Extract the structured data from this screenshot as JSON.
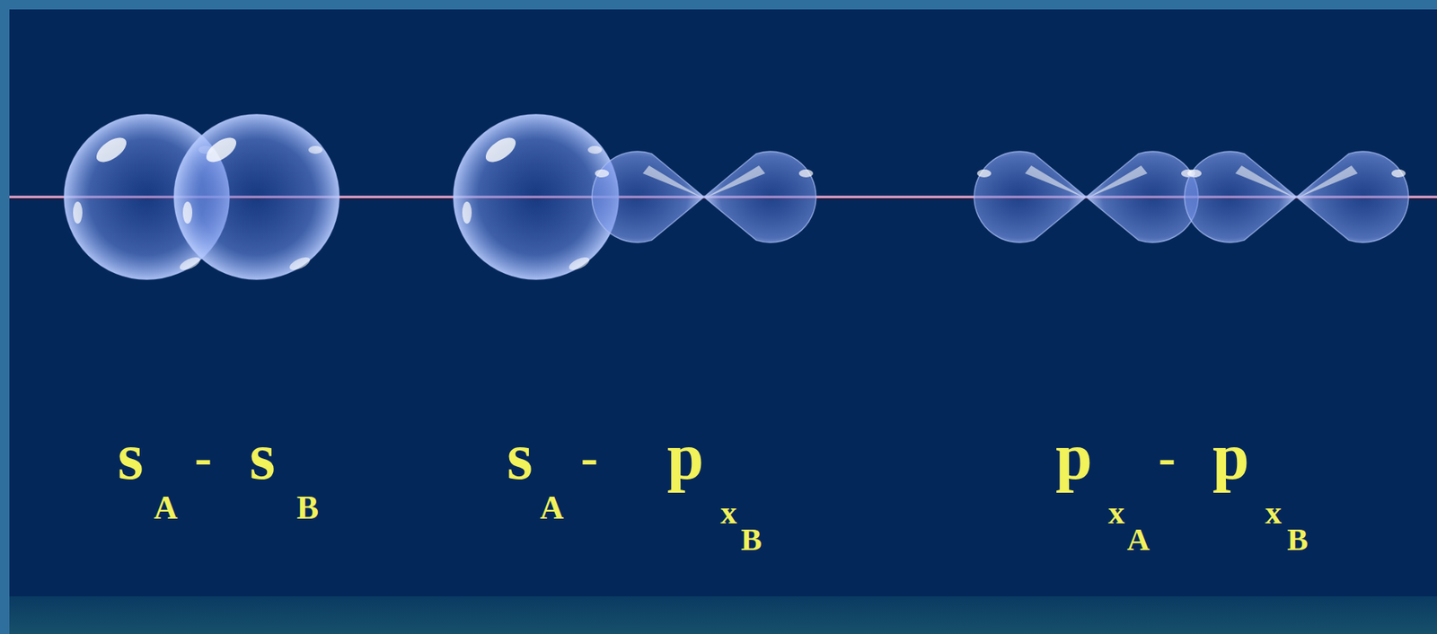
{
  "diagram": {
    "labels": [
      "s",
      "A",
      "-",
      "s",
      "B",
      "s",
      "A",
      "-",
      "p",
      "x",
      "B",
      "p",
      "x",
      "A",
      "-",
      "p",
      "x",
      "B"
    ]
  }
}
